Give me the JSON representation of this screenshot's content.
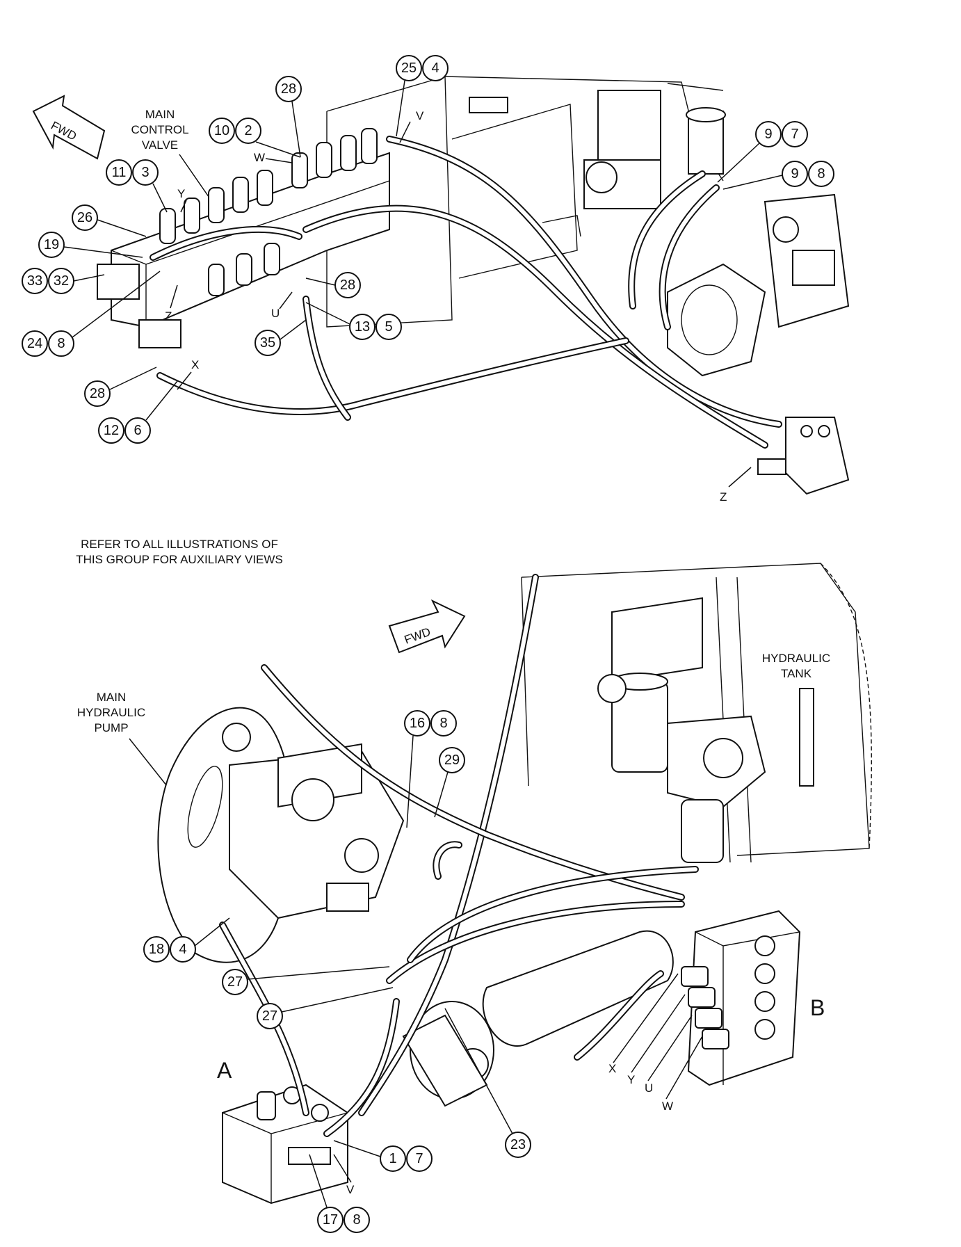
{
  "labels": {
    "main_control_valve": [
      "MAIN",
      "CONTROL",
      "VALVE"
    ],
    "refer_note": [
      "REFER TO ALL ILLUSTRATIONS OF",
      "THIS GROUP FOR AUXILIARY VIEWS"
    ],
    "main_hydraulic_pump": [
      "MAIN",
      "HYDRAULIC",
      "PUMP"
    ],
    "hydraulic_tank": [
      "HYDRAULIC",
      "TANK"
    ],
    "fwd_top": "FWD",
    "fwd_bottom": "FWD",
    "view_a": "A",
    "view_b": "B"
  },
  "ports_top": {
    "v": "V",
    "w": "W",
    "y": "Y",
    "z_left": "Z",
    "u": "U",
    "x": "X",
    "z_right": "Z"
  },
  "ports_bottom": {
    "x": "X",
    "y": "Y",
    "u": "U",
    "w": "W",
    "v": "V"
  },
  "callouts_top": {
    "c25": "25",
    "c4a": "4",
    "c28a": "28",
    "c10": "10",
    "c2": "2",
    "c9a": "9",
    "c7a": "7",
    "c9b": "9",
    "c8a": "8",
    "c11": "11",
    "c3": "3",
    "c26": "26",
    "c19": "19",
    "c33": "33",
    "c32": "32",
    "c28b": "28",
    "c13": "13",
    "c5": "5",
    "c35": "35",
    "c24": "24",
    "c8b": "8",
    "c28c": "28",
    "c12": "12",
    "c6": "6"
  },
  "callouts_bottom": {
    "c16": "16",
    "c8c": "8",
    "c29": "29",
    "c18": "18",
    "c4b": "4",
    "c27a": "27",
    "c27b": "27",
    "c1": "1",
    "c7b": "7",
    "c23": "23",
    "c17": "17",
    "c8d": "8"
  }
}
